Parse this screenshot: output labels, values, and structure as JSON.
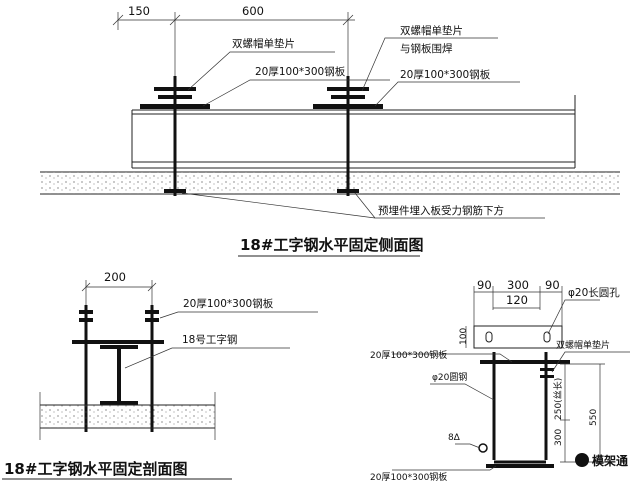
{
  "side_view": {
    "dims": [
      "150",
      "600"
    ],
    "label_washer_left": "双螺帽单垫片",
    "label_washer_right": "双螺帽单垫片",
    "label_weld": "与钢板围焊",
    "label_plate_left": "20厚100*300钢板",
    "label_plate_right": "20厚100*300钢板",
    "label_embed": "预埋件埋入板受力钢筋下方",
    "title": "18#工字钢水平固定侧面图"
  },
  "section_view": {
    "dim": "200",
    "label_plate": "20厚100*300钢板",
    "label_beam": "18号工字钢",
    "title": "18#工字钢水平固定剖面图"
  },
  "detail_view": {
    "dims_top": [
      "90",
      "300",
      "90"
    ],
    "dim_inner": "120",
    "dim_side": "100",
    "label_hole": "φ20长圆孔",
    "label_plate_top": "20厚100*300钢板",
    "label_washer": "双螺帽单垫片",
    "label_rod": "φ20圆钢",
    "dim_thread": "250(丝长)",
    "dim_total": "550",
    "dim_bottom": "300",
    "label_bar": "8∆",
    "label_plate_bottom": "20厚100*300钢板"
  },
  "watermark": "模架通"
}
